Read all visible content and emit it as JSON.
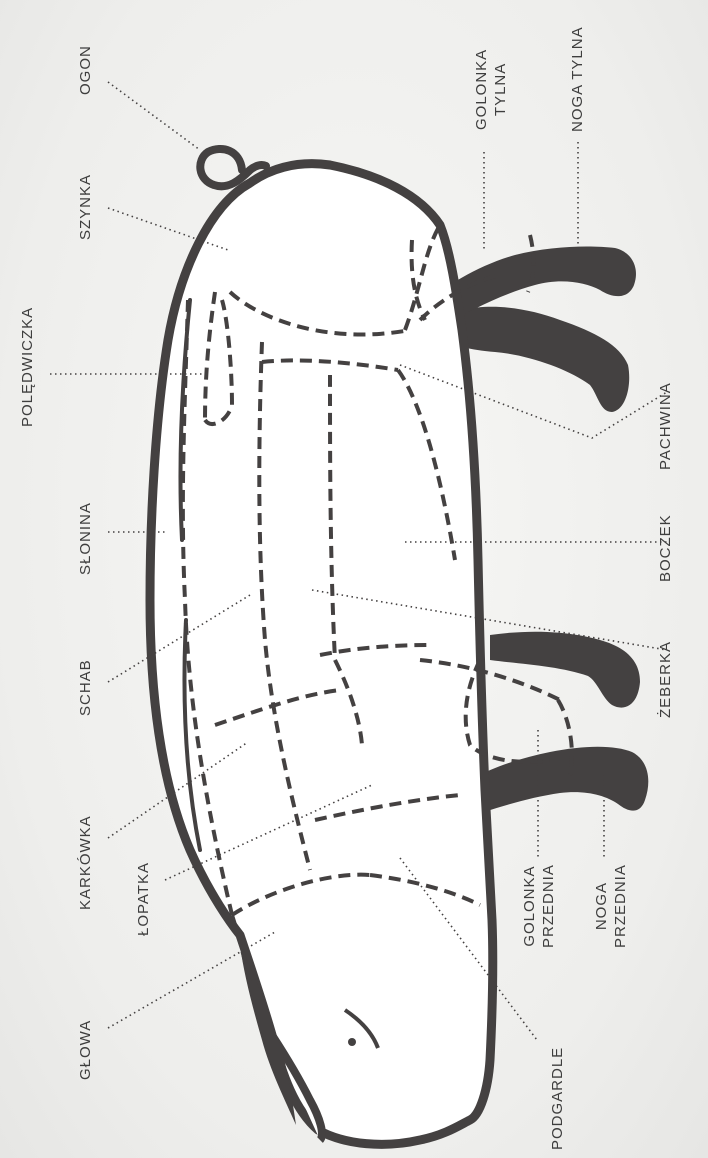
{
  "colors": {
    "ink": "#444141",
    "label": "#3e3e3e",
    "background": "#f1f1ef"
  },
  "labels": {
    "ogon": "OGON",
    "szynka": "SZYNKA",
    "poledwiczka": "POLĘDWICZKA",
    "slonina": "SŁONINA",
    "schab": "SCHAB",
    "karkowka": "KARKÓWKA",
    "lopatka": "ŁOPATKA",
    "glowa": "GŁOWA",
    "golonka_tylna": [
      "GOLONKA",
      "TYLNA"
    ],
    "noga_tylna": "NOGA TYLNA",
    "pachwina": "PACHWINA",
    "boczek": "BOCZEK",
    "zeberka": "ŻEBERKA",
    "golonka_przednia": [
      "GOLONKA",
      "PRZEDNIA"
    ],
    "noga_przednia": [
      "NOGA",
      "PRZEDNIA"
    ],
    "podgardle": "PODGARDLE"
  }
}
